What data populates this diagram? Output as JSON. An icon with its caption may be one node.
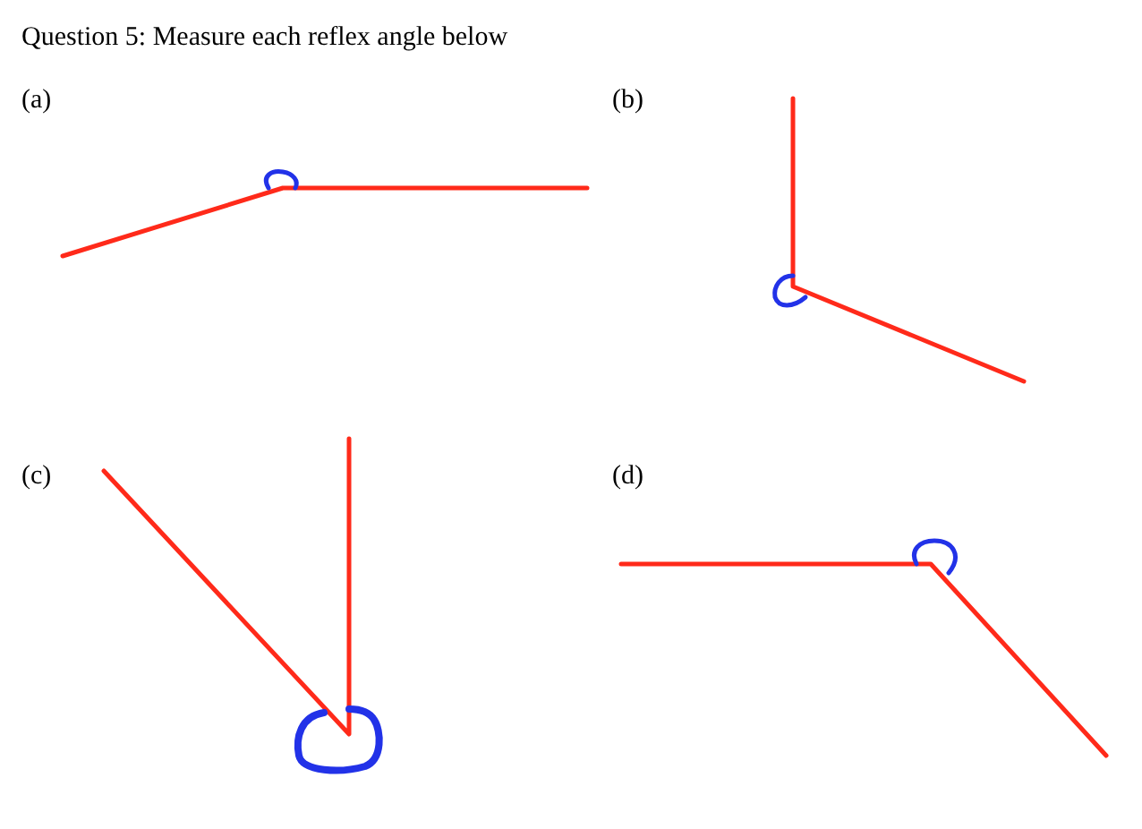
{
  "diagram": {
    "title": "Question 5: Measure each reflex angle below",
    "labels": [
      "(a)",
      "(b)",
      "(c)",
      "(d)"
    ]
  }
}
